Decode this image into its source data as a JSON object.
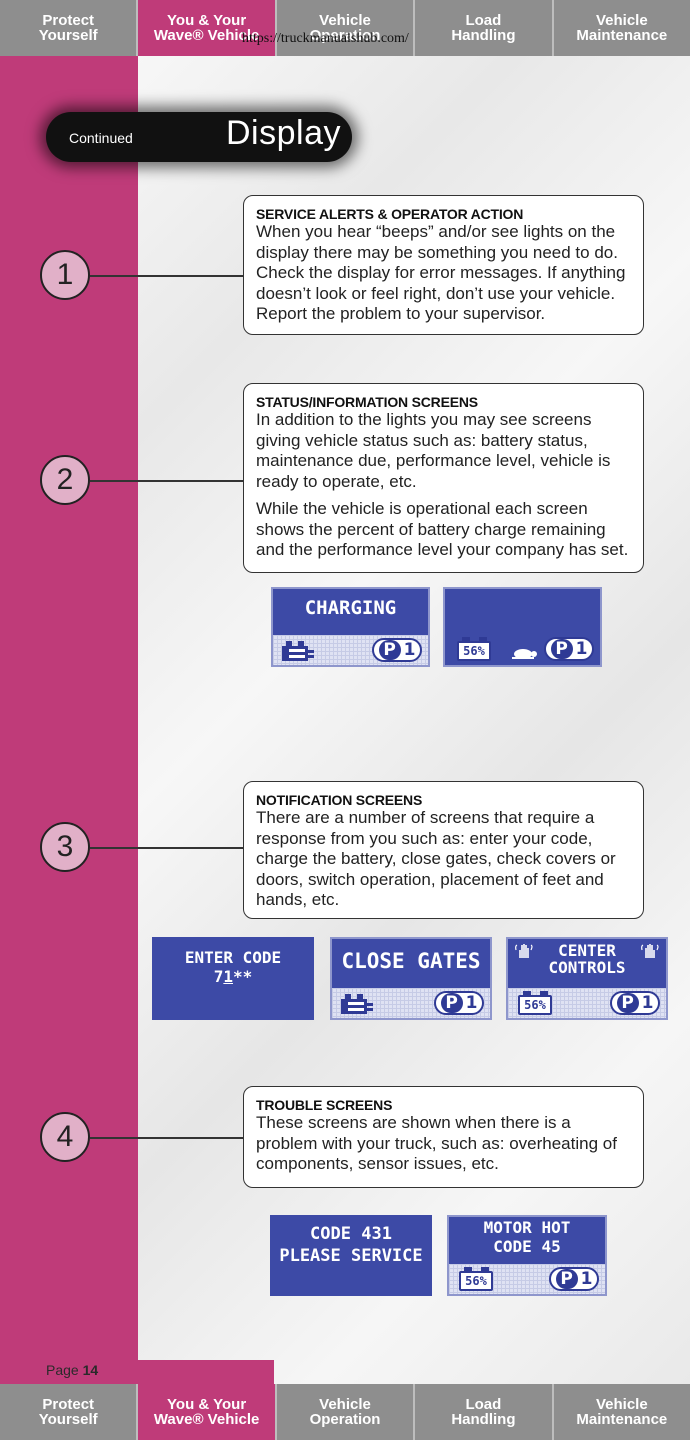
{
  "top_tabs": [
    {
      "line1": "Protect",
      "line2": "Yourself",
      "active": false
    },
    {
      "line1": "You & Your",
      "line2": "Wave® Vehicle",
      "active": true
    },
    {
      "line1": "Vehicle",
      "line2": "Operation",
      "active": false
    },
    {
      "line1": "Load",
      "line2": "Handling",
      "active": false
    },
    {
      "line1": "Vehicle",
      "line2": "Maintenance",
      "active": false
    }
  ],
  "url_overlay": "https://truckmanualshub.com/",
  "header": {
    "continued": "Continued",
    "title": "Display"
  },
  "sections": [
    {
      "number": "1",
      "heading": "SERVICE ALERTS & OPERATOR ACTION",
      "paragraphs": [
        "When you hear “beeps” and/or see lights on the display there may be something you need to do. Check the display for error messages. If anything doesn’t look or feel right, don’t use your vehicle. Report the problem to your supervisor."
      ]
    },
    {
      "number": "2",
      "heading": "STATUS/INFORMATION SCREENS",
      "paragraphs": [
        "In addition to the lights you may see screens giving vehicle status such as: battery status, maintenance due, performance level, vehicle is ready to operate, etc.",
        "While the vehicle is operational each screen shows the percent of battery charge remaining and the performance level your company has set."
      ]
    },
    {
      "number": "3",
      "heading": "NOTIFICATION SCREENS",
      "paragraphs": [
        "There are a number of screens that require a response from you such as: enter your code, charge the battery, close gates, check covers or doors, switch operation, placement of feet and hands, etc."
      ]
    },
    {
      "number": "4",
      "heading": "TROUBLE SCREENS",
      "paragraphs": [
        "These screens are shown when there is a problem with your truck, such as: overheating of components, sensor issues, etc."
      ]
    }
  ],
  "screens": {
    "charging": {
      "title": "CHARGING",
      "p": "P",
      "level": "1"
    },
    "status": {
      "battery": "56%",
      "p": "P",
      "level": "1"
    },
    "enter_code": {
      "line1": "ENTER CODE",
      "line2_a": "7",
      "line2_b": "1",
      "line2_c": "**"
    },
    "close_gates": {
      "title": "CLOSE GATES",
      "p": "P",
      "level": "1"
    },
    "center_controls": {
      "line1": "CENTER",
      "line2": "CONTROLS",
      "battery": "56%",
      "p": "P",
      "level": "1"
    },
    "code_431": {
      "line1": "CODE 431",
      "line2": "PLEASE SERVICE"
    },
    "motor_hot": {
      "line1": "MOTOR HOT",
      "line2": "CODE 45",
      "battery": "56%",
      "p": "P",
      "level": "1"
    }
  },
  "footer": {
    "page_label": "Page",
    "page_number": "14"
  },
  "bottom_tabs": [
    {
      "line1": "Protect",
      "line2": "Yourself",
      "active": false
    },
    {
      "line1": "You & Your",
      "line2": "Wave® Vehicle",
      "active": true
    },
    {
      "line1": "Vehicle",
      "line2": "Operation",
      "active": false
    },
    {
      "line1": "Load",
      "line2": "Handling",
      "active": false
    },
    {
      "line1": "Vehicle",
      "line2": "Maintenance",
      "active": false
    }
  ],
  "colors": {
    "magenta": "#bf3b79",
    "lcd_blue": "#3d4aa6",
    "tab_gray": "#8e8e8e",
    "circle_fill": "#e1b0c8"
  }
}
